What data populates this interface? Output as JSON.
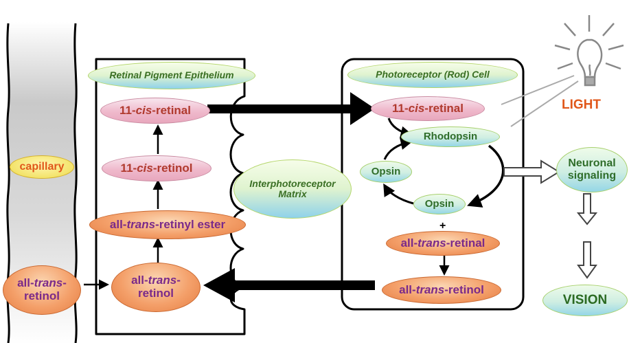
{
  "labels": {
    "capillary": "capillary",
    "rpe_title": "Retinal Pigment Epithelium",
    "prc_title": "Photoreceptor (Rod) Cell",
    "ipm_line1": "Interphotoreceptor",
    "ipm_line2": "Matrix",
    "light": "LIGHT",
    "neuronal_line1": "Neuronal",
    "neuronal_line2": "signaling",
    "vision": "VISION",
    "plus": "+"
  },
  "rpe": {
    "cis_retinal": {
      "pre": "11-",
      "it": "cis",
      "post": "-retinal"
    },
    "cis_retinol": {
      "pre": "11-",
      "it": "cis",
      "post": "-retinol"
    },
    "retinyl_ester": {
      "pre": "all-",
      "it": "trans",
      "post": "-retinyl ester"
    },
    "trans_retinol_line1": {
      "pre": "all-",
      "it": "trans",
      "post": "-"
    },
    "trans_retinol_line2": "retinol"
  },
  "blood": {
    "trans_retinol_line1": {
      "pre": "all-",
      "it": "trans",
      "post": "-"
    },
    "trans_retinol_line2": "retinol"
  },
  "photoreceptor": {
    "cis_retinal": {
      "pre": "11-",
      "it": "cis",
      "post": "-retinal"
    },
    "rhodopsin": "Rhodopsin",
    "opsin_left": "Opsin",
    "opsin_bottom": "Opsin",
    "trans_retinal": {
      "pre": "all-",
      "it": "trans",
      "post": "-retinal"
    },
    "trans_retinol": {
      "pre": "all-",
      "it": "trans",
      "post": "-retinol"
    }
  }
}
